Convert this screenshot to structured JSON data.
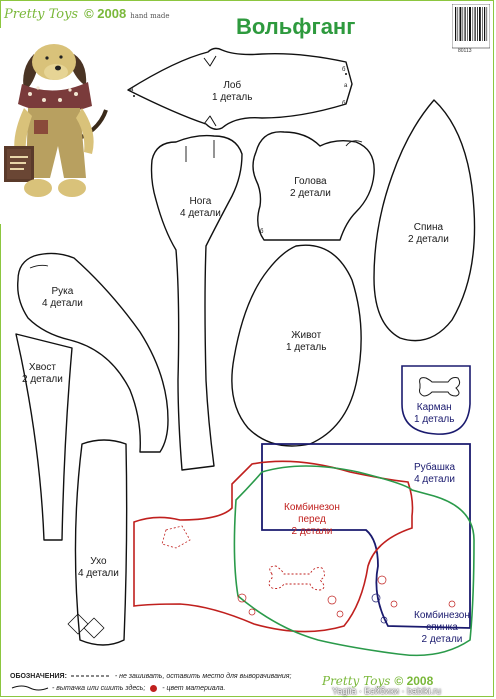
{
  "brand": {
    "name": "Pretty Toys",
    "year": "© 2008",
    "tagline": "hand made"
  },
  "title": "Вольфганг",
  "barcode_number": "80113",
  "pieces": [
    {
      "name": "Лоб",
      "count": "1 деталь"
    },
    {
      "name": "Нога",
      "count": "4 детали"
    },
    {
      "name": "Голова",
      "count": "2 детали"
    },
    {
      "name": "Спина",
      "count": "2 детали"
    },
    {
      "name": "Рука",
      "count": "4 детали"
    },
    {
      "name": "Живот",
      "count": "1 деталь"
    },
    {
      "name": "Хвост",
      "count": "2 детали"
    },
    {
      "name": "Карман",
      "count": "1 деталь"
    },
    {
      "name": "Рубашка",
      "count": "4 детали"
    },
    {
      "name": "Комбинезон",
      "sub": "перед",
      "count": "2 детали"
    },
    {
      "name": "Ухо",
      "count": "4 детали"
    },
    {
      "name": "Комбинезон",
      "sub": "спинка",
      "count": "2 детали"
    }
  ],
  "marks": {
    "a": "а",
    "b": "б"
  },
  "legend": {
    "heading": "ОБОЗНАЧЕНИЯ:",
    "item1": "- не зашивать, оставить место для выворачивания;",
    "item2": "- вытачка или сшить здесь;",
    "item3": "- цвет материала."
  },
  "footer": {
    "brand": "Pretty Toys",
    "year": "© 2008",
    "watermark": "Yagiia · Бэйбики · babiki.ru"
  },
  "colors": {
    "brand_green": "#7ab83a",
    "title_green": "#2e9a3e",
    "red": "#c0201e",
    "navy": "#1a1a6e",
    "green": "#2a9a4a"
  }
}
